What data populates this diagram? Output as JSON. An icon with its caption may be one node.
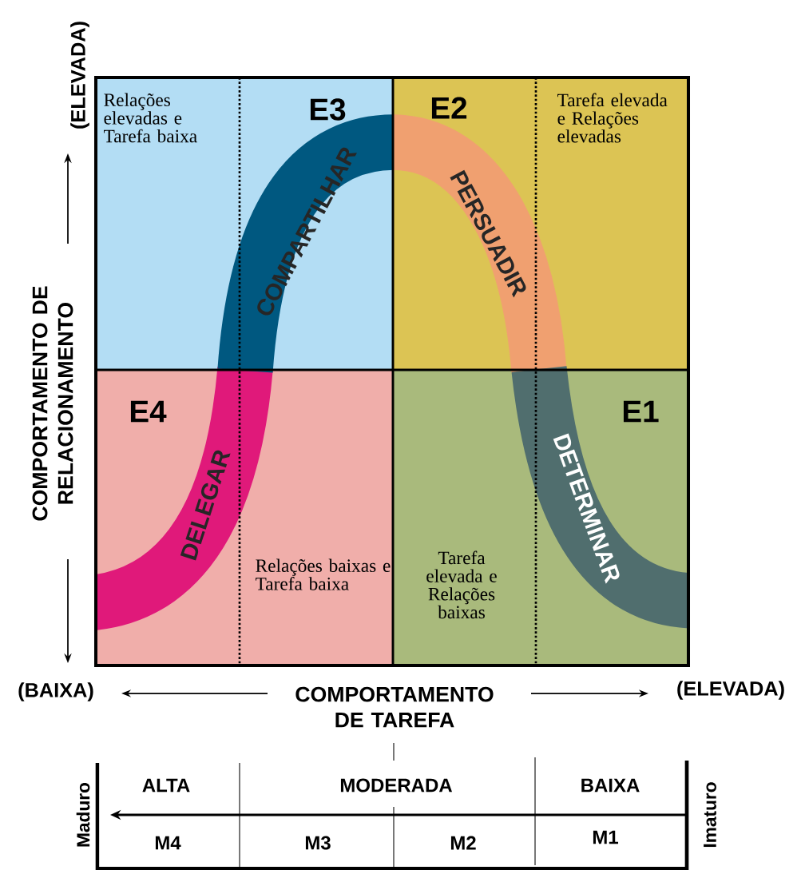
{
  "diagram": {
    "nodes": [
      {
        "text": [
          "Relações elevadas e Tarefa baixa",
          "E3"
        ]
      },
      {
        "text": [
          "E2",
          "Tarefa elevada e Relações elevadas"
        ]
      },
      {
        "text": [
          "E4",
          "Relações baixas e Tarefa baixa"
        ]
      },
      {
        "text": [
          "E1",
          "Tarefa elevada e Relações baixas"
        ]
      }
    ],
    "labels": [
      "COMPARTILHAR",
      "PERSUADIR",
      "DELEGAR",
      "DETERMINAR",
      "(ELEVADA)",
      "COMPORTAMENTO DE RELACIONAMENTO",
      "(BAIXA)",
      "COMPORTAMENTO DE TAREFA",
      "(ELEVADA)",
      "ALTA",
      "MODERADA",
      "BAIXA",
      "Maduro",
      "Imaturo",
      "M4",
      "M3",
      "M2",
      "M1"
    ]
  }
}
